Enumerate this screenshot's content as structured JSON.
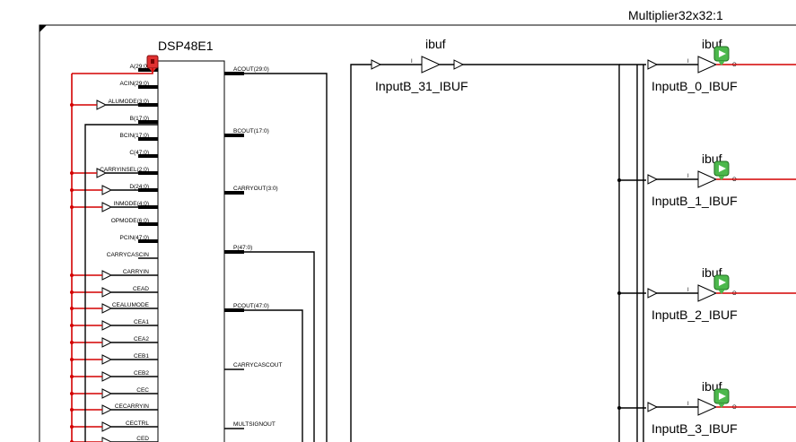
{
  "design": {
    "title": "Multiplier32x32:1"
  },
  "dsp": {
    "name": "DSP48E1",
    "inputs": [
      "A(29:0)",
      "ACIN(29:0)",
      "ALUMODE(3:0)",
      "B(17:0)",
      "BCIN(17:0)",
      "C(47:0)",
      "CARRYINSEL(2:0)",
      "D(24:0)",
      "INMODE(4:0)",
      "OPMODE(6:0)",
      "PCIN(47:0)",
      "CARRYCASCIN",
      "CARRYIN",
      "CEAD",
      "CEALUMODE",
      "CEA1",
      "CEA2",
      "CEB1",
      "CEB2",
      "CEC",
      "CECARRYIN",
      "CECTRL",
      "CED"
    ],
    "outputs": [
      "ACOUT(29:0)",
      "BCOUT(17:0)",
      "CARRYOUT(3:0)",
      "P(47:0)",
      "PCOUT(47:0)",
      "CARRYCASCOUT",
      "MULTSIGNOUT"
    ]
  },
  "buffers": [
    {
      "type": "ibuf",
      "name": "InputB_31_IBUF",
      "pin_in": "I",
      "pin_out": "O",
      "marker": false
    },
    {
      "type": "ibuf",
      "name": "InputB_0_IBUF",
      "pin_in": "I",
      "pin_out": "O",
      "marker": true
    },
    {
      "type": "ibuf",
      "name": "InputB_1_IBUF",
      "pin_in": "I",
      "pin_out": "O",
      "marker": true
    },
    {
      "type": "ibuf",
      "name": "InputB_2_IBUF",
      "pin_in": "I",
      "pin_out": "O",
      "marker": true
    },
    {
      "type": "ibuf",
      "name": "InputB_3_IBUF",
      "pin_in": "I",
      "pin_out": "O",
      "marker": true
    }
  ],
  "colors": {
    "wire": "#000000",
    "highlight_net": "#d40000",
    "error_marker": "#e03030",
    "ok_marker": "#3aa53a"
  }
}
